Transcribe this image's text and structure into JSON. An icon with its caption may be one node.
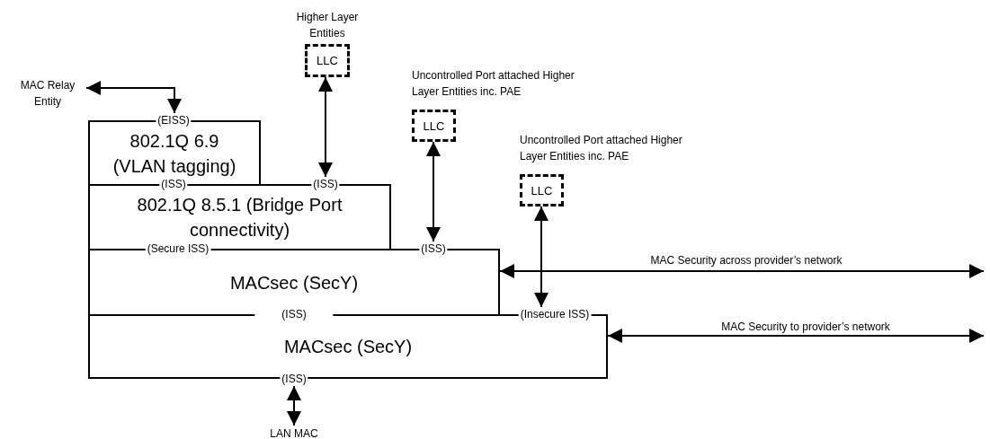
{
  "diagram": {
    "nodes": [
      {
        "text": [
          "MAC Relay Entity"
        ]
      },
      {
        "text": [
          "802.1Q 6.9 (VLAN tagging)"
        ]
      },
      {
        "text": [
          "802.1Q 8.5.1 (Bridge Port connectivity)"
        ]
      },
      {
        "text": [
          "MACsec (SecY)"
        ]
      },
      {
        "text": [
          "MACsec (SecY)"
        ]
      },
      {
        "text": [
          "Higher Layer Entities",
          "LLC"
        ]
      },
      {
        "text": [
          "Uncontrolled Port attached Higher Layer Entities inc. PAE",
          "LLC"
        ]
      },
      {
        "text": [
          "Uncontrolled Port attached Higher Layer Entities inc. PAE",
          "LLC"
        ]
      },
      {
        "text": [
          "LAN MAC"
        ]
      }
    ],
    "edges": [
      {
        "from": 0,
        "to": 1,
        "arrow": "both"
      },
      {
        "from": 5,
        "to": 2,
        "arrow": "both"
      },
      {
        "from": 6,
        "to": 3,
        "arrow": "both"
      },
      {
        "from": 7,
        "to": 4,
        "arrow": "both"
      },
      {
        "from": 8,
        "to": 4,
        "arrow": "both"
      },
      {
        "from": 3,
        "to": null,
        "arrow": "both",
        "label": "MAC Security across provider’s network"
      },
      {
        "from": 4,
        "to": null,
        "arrow": "both",
        "label": "MAC Security to provider’s network"
      }
    ],
    "labels": [
      "(EISS)",
      "(ISS)",
      "(ISS)",
      "(Secure ISS)",
      "(ISS)",
      "(ISS)",
      "(Insecure ISS)",
      "(ISS)"
    ]
  }
}
